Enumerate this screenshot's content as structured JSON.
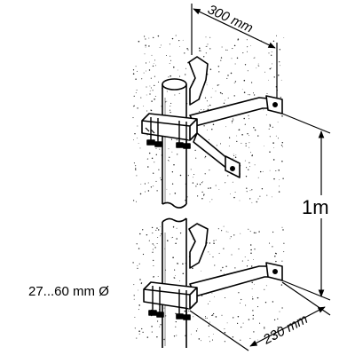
{
  "diagram": {
    "dimensions": {
      "wall_distance_top": "300 mm",
      "bracket_spacing": "1m",
      "wall_distance_bottom": "230 mm",
      "pipe_diameter_range": "27...60 mm Ø"
    }
  }
}
